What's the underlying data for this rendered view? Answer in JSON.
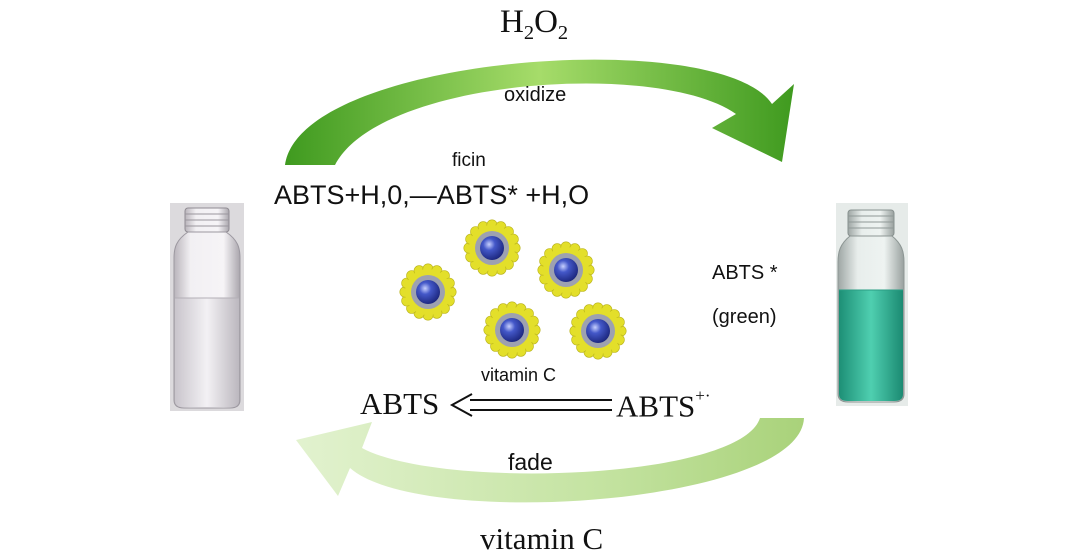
{
  "top_cycle": {
    "reagent_main": "H",
    "reagent_sub1": "2",
    "reagent_mid": "O",
    "reagent_sub2": "2",
    "process": "oxidize"
  },
  "reaction_1": {
    "catalyst": "ficin",
    "equation": "ABTS+H,0,—ABTS* +H,O"
  },
  "reaction_2": {
    "catalyst": "vitamin C",
    "product": "ABTS",
    "reactant_main": "ABTS",
    "reactant_charge": "+·"
  },
  "right_label": {
    "line1": "ABTS *",
    "line2": "(green)"
  },
  "bottom_cycle": {
    "process": "fade",
    "reagent": "vitamin C"
  },
  "colors": {
    "top_arrow_dark": "#3f9a1f",
    "top_arrow_light": "#a6dc6a",
    "bottom_arrow_dark": "#a9d27a",
    "bottom_arrow_light": "#e2f2cf",
    "nanoparticle_shell": "#e3df2a",
    "nanoparticle_ring": "#9da1b0",
    "nanoparticle_core": "#2a3a9e",
    "vial_left_liquid": "#e9e6ea",
    "vial_right_liquid": "#2fb397"
  }
}
